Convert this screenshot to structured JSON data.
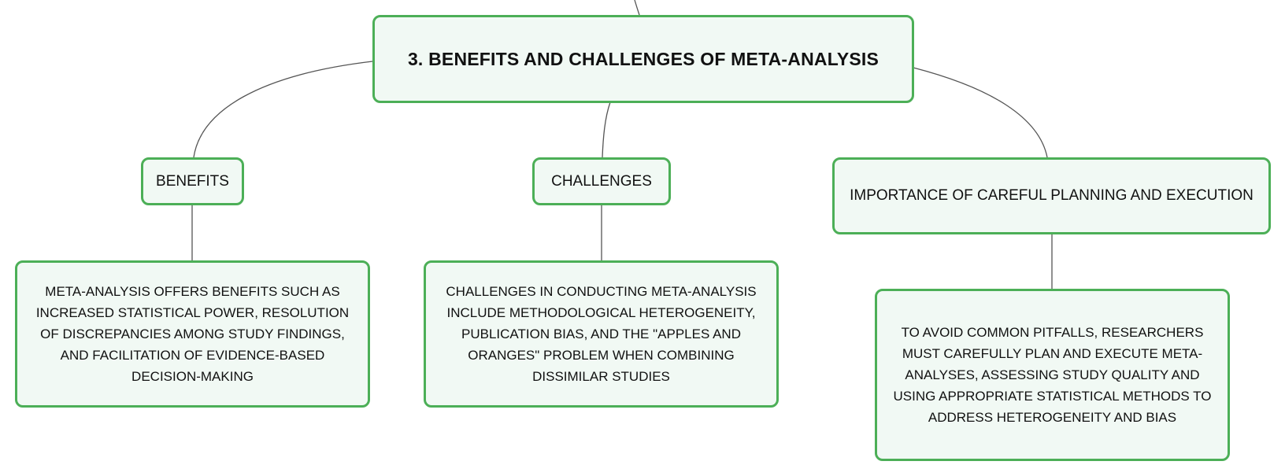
{
  "diagram": {
    "type": "mind-map",
    "colors": {
      "node_border": "#4caf57",
      "node_fill": "#f1f9f4",
      "edge": "#555555"
    },
    "root": {
      "label": "3. BENEFITS AND CHALLENGES OF META-ANALYSIS"
    },
    "branches": [
      {
        "label": "BENEFITS",
        "detail": "META-ANALYSIS OFFERS BENEFITS SUCH AS INCREASED STATISTICAL POWER, RESOLUTION OF DISCREPANCIES AMONG STUDY FINDINGS, AND FACILITATION OF EVIDENCE-BASED DECISION-MAKING"
      },
      {
        "label": "CHALLENGES",
        "detail": "CHALLENGES IN CONDUCTING META-ANALYSIS INCLUDE METHODOLOGICAL HETEROGENEITY, PUBLICATION BIAS, AND THE \"APPLES AND ORANGES\" PROBLEM WHEN COMBINING DISSIMILAR STUDIES"
      },
      {
        "label": "IMPORTANCE OF CAREFUL PLANNING AND EXECUTION",
        "detail": "TO AVOID COMMON PITFALLS, RESEARCHERS MUST CAREFULLY PLAN AND EXECUTE META-ANALYSES, ASSESSING STUDY QUALITY AND USING APPROPRIATE STATISTICAL METHODS TO ADDRESS HETEROGENEITY AND BIAS"
      }
    ]
  }
}
